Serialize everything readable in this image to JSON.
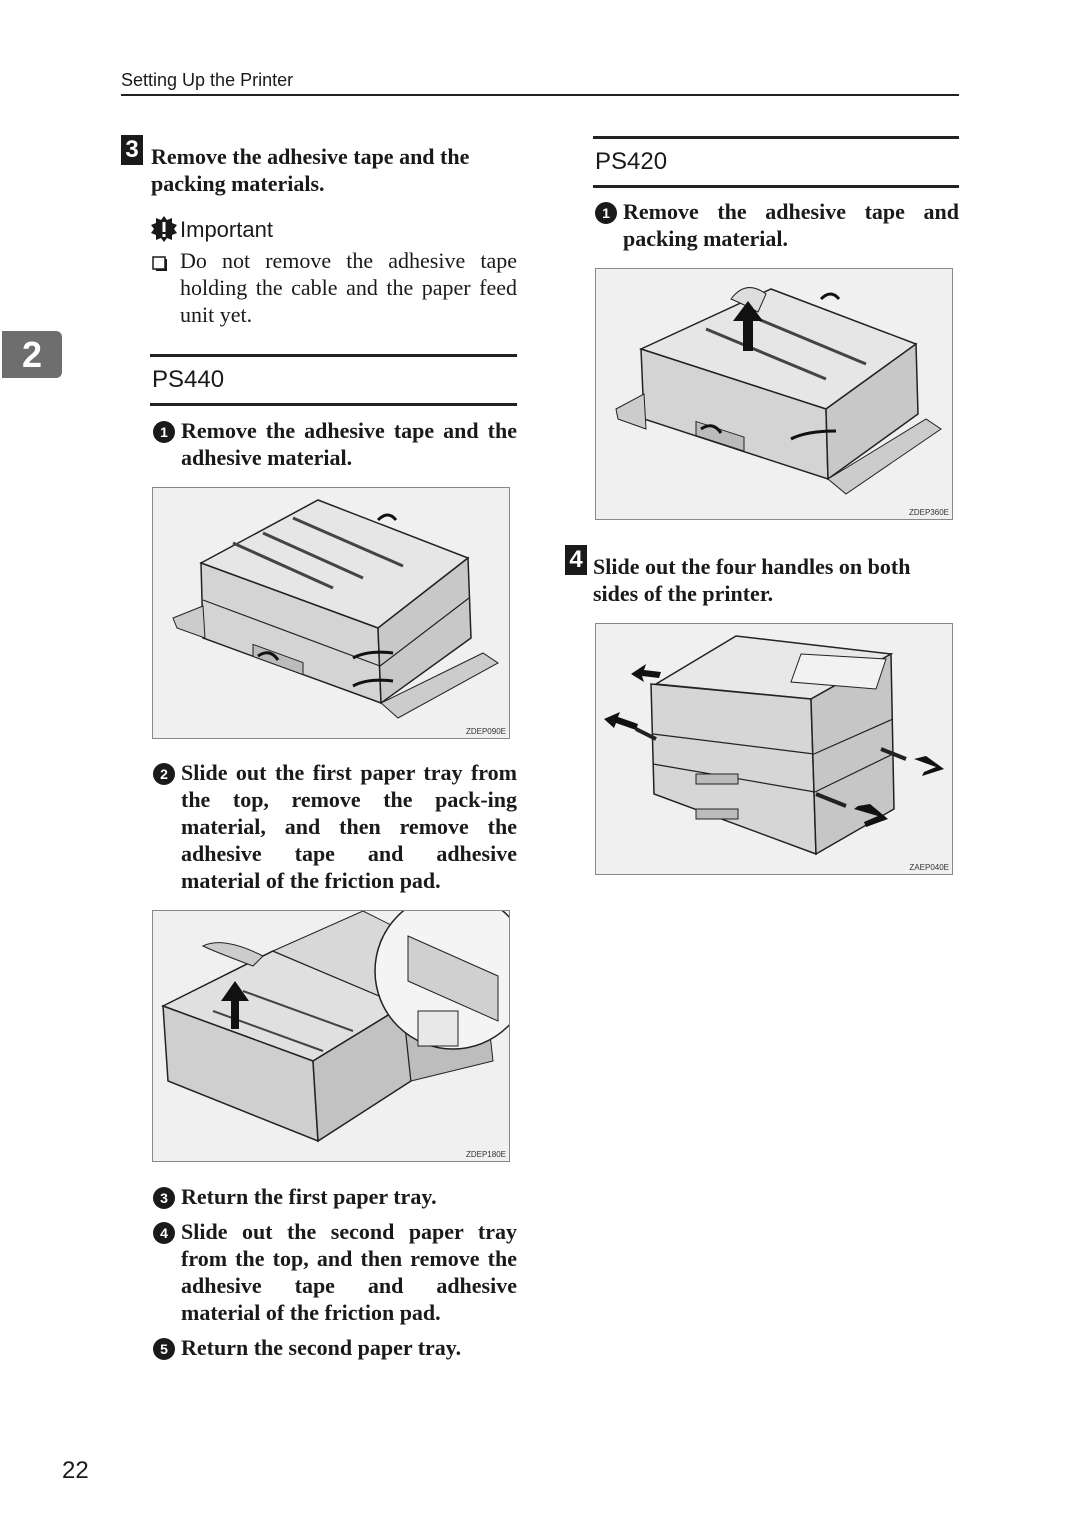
{
  "header": {
    "running_head": "Setting Up the Printer"
  },
  "chapter_tab": "2",
  "step3": {
    "number": "3",
    "title": "Remove the adhesive tape and the packing materials.",
    "important_label": "Important",
    "important_note": "Do not remove the adhesive tape holding the cable and the paper feed unit yet."
  },
  "ps440": {
    "title": "PS440",
    "sub1": {
      "num": "1",
      "text": "Remove the adhesive tape and the adhesive material."
    },
    "fig1_code": "ZDEP090E",
    "sub2": {
      "num": "2",
      "text": "Slide out the first paper tray from the top, remove the pack-ing material, and then remove the adhesive tape and adhesive material of the friction pad."
    },
    "fig2_code": "ZDEP180E",
    "sub3": {
      "num": "3",
      "text": "Return the first paper tray."
    },
    "sub4": {
      "num": "4",
      "text": "Slide out the second paper tray from the top, and then remove the adhesive tape and adhesive material of the friction pad."
    },
    "sub5": {
      "num": "5",
      "text": "Return the second paper tray."
    }
  },
  "ps420": {
    "title": "PS420",
    "sub1": {
      "num": "1",
      "text": "Remove the adhesive tape and packing material."
    },
    "fig_code": "ZDEP360E"
  },
  "step4": {
    "number": "4",
    "title": "Slide out the four handles on both sides of the printer.",
    "fig_code": "ZAEP040E"
  },
  "footer": {
    "page_number": "22"
  }
}
